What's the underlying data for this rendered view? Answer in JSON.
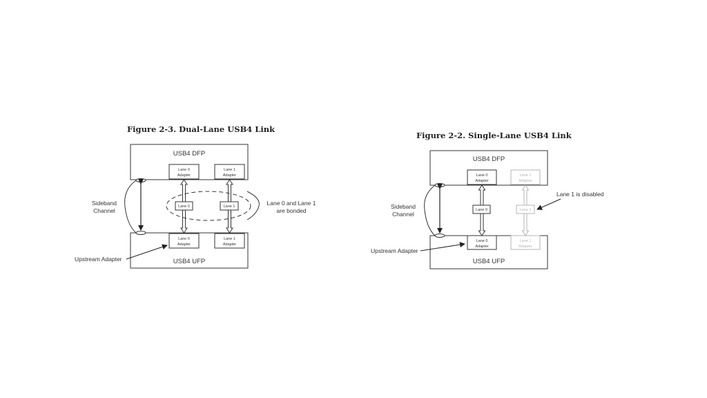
{
  "figures": [
    {
      "title": "Figure 2-3.  Dual-Lane USB4 Link",
      "dfp_label": "USB4 DFP",
      "ufp_label": "USB4 UFP",
      "dfp_adapters": [
        {
          "l1": "Lane 0",
          "l2": "Adapter"
        },
        {
          "l1": "Lane 1",
          "l2": "Adapter"
        }
      ],
      "ufp_adapters": [
        {
          "l1": "Lane 0",
          "l2": "Adapter"
        },
        {
          "l1": "Lane 1",
          "l2": "Adapter"
        }
      ],
      "lanes": [
        "Lane 0",
        "Lane 1"
      ],
      "sideband": {
        "l1": "Sideband",
        "l2": "Channel"
      },
      "upstream": "Upstream Adapter",
      "annotation": {
        "l1": "Lane 0 and Lane 1",
        "l2": "are bonded"
      }
    },
    {
      "title": "Figure 2-2.  Single-Lane USB4 Link",
      "dfp_label": "USB4 DFP",
      "ufp_label": "USB4 UFP",
      "dfp_adapters": [
        {
          "l1": "Lane 0",
          "l2": "Adapter"
        },
        {
          "l1": "Lane 1",
          "l2": "Adapter"
        }
      ],
      "ufp_adapters": [
        {
          "l1": "Lane 0",
          "l2": "Adapter"
        },
        {
          "l1": "Lane 1",
          "l2": "Adapter"
        }
      ],
      "lanes": [
        "Lane 0",
        "Lane 1"
      ],
      "sideband": {
        "l1": "Sideband",
        "l2": "Channel"
      },
      "upstream": "Upstream Adapter",
      "annotation": {
        "l1": "Lane 1 is disabled"
      }
    }
  ]
}
